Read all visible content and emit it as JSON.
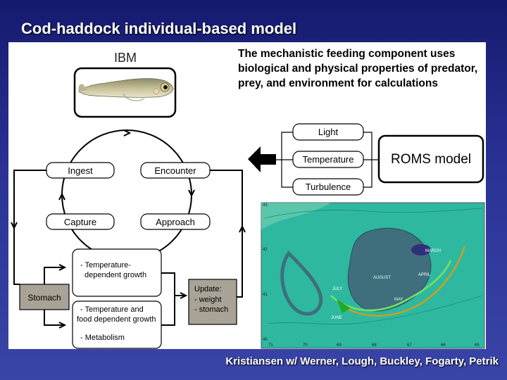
{
  "title": "Cod-haddock individual-based model",
  "credit": "Kristiansen w/ Werner, Lough, Buckley, Fogarty, Petrik",
  "description": "The mechanistic feeding component uses biological and physical properties of predator, prey, and environment for calculations",
  "diagram": {
    "ibm_label": "IBM",
    "cycle": {
      "ingest": "Ingest",
      "encounter": "Encounter",
      "capture": "Capture",
      "approach": "Approach"
    },
    "stomach": "Stomach",
    "growth_box": {
      "line1": "- Temperature-",
      "line2": "dependent growth"
    },
    "food_box": {
      "line1": "- Temperature and",
      "line2": "food dependent growth",
      "line3": "- Metabolism"
    },
    "update_box": {
      "line1": "Update:",
      "line2": "- weight",
      "line3": "- stomach"
    },
    "inputs": {
      "light": "Light",
      "temperature": "Temperature",
      "turbulence": "Turbulence"
    },
    "roms": "ROMS model"
  },
  "map": {
    "label_july": "JULY",
    "label_june": "JUNE",
    "label_august": "AUGUST",
    "label_may": "MAY",
    "label_april": "APRIL",
    "label_march": "MARCH",
    "lat_top": "43",
    "lat_mid": "42",
    "lat_low": "41",
    "lat_bot": "40",
    "lon_71": "71",
    "lon_70": "70",
    "lon_69": "69",
    "lon_68": "68",
    "lon_67": "67",
    "lon_66": "66",
    "lon_65": "65"
  },
  "colors": {
    "accent_box": "#a8a396",
    "map_water": "#2eb8a0",
    "map_bank": "#3f6f7d"
  }
}
